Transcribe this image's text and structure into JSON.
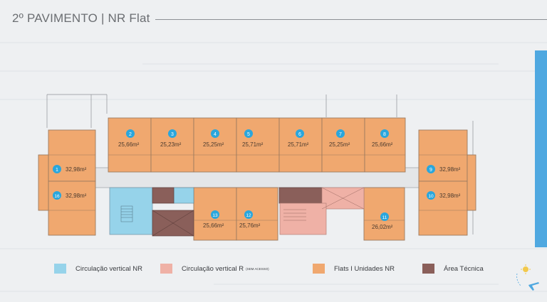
{
  "page_title": "2º PAVIMENTO | NR Flat",
  "colors": {
    "flat": "#f0a86f",
    "flat_stroke": "#9b7a5f",
    "circ_nr": "#96d3ea",
    "circ_r": "#efb1a6",
    "tecnica": "#8a5f5a",
    "corridor": "#e4e6e8",
    "badge": "#2aa6dc",
    "accent": "#4fa8e0"
  },
  "units": [
    {
      "num": "1",
      "area": "32,98m²"
    },
    {
      "num": "2",
      "area": "25,66m²"
    },
    {
      "num": "3",
      "area": "25,23m²"
    },
    {
      "num": "4",
      "area": "25,25m²"
    },
    {
      "num": "5",
      "area": "25,71m²"
    },
    {
      "num": "6",
      "area": "25,71m²"
    },
    {
      "num": "7",
      "area": "25,25m²"
    },
    {
      "num": "8",
      "area": "25,66m²"
    },
    {
      "num": "9",
      "area": "32,98m²"
    },
    {
      "num": "10",
      "area": "32,98m²"
    },
    {
      "num": "11",
      "area": "26,02m²"
    },
    {
      "num": "12",
      "area": "25,76m²"
    },
    {
      "num": "13",
      "area": "25,66m²"
    },
    {
      "num": "16",
      "area": "32,98m²"
    }
  ],
  "legend": [
    {
      "label": "Circulação vertical NR",
      "note": "",
      "color": "#96d3ea"
    },
    {
      "label": "Circulação vertical R",
      "note": "(SEM ACESSO)",
      "color": "#efb1a6"
    },
    {
      "label": "Flats I Unidades NR",
      "note": "",
      "color": "#f0a86f"
    },
    {
      "label": "Área Técnica",
      "note": "",
      "color": "#8a5f5a"
    }
  ],
  "decor_icons": [
    "sun-icon",
    "airplane-icon"
  ]
}
